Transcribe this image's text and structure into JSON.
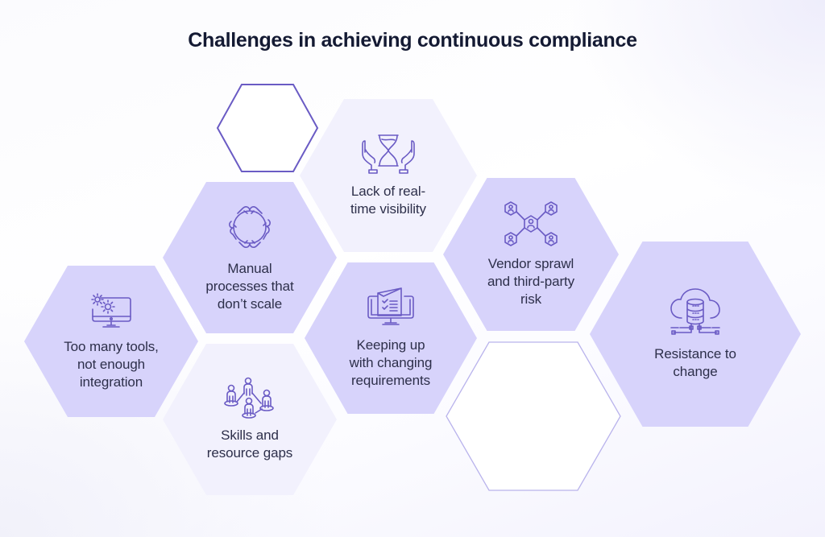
{
  "title": "Challenges in achieving continuous compliance",
  "colors": {
    "title_text": "#141a33",
    "label_text": "#2d2f4a",
    "hex_fill_primary": "#d7d3fb",
    "hex_fill_light": "#f2f1fd",
    "hex_outline_dark": "#6a5bc4",
    "hex_outline_light": "#b9b3ec",
    "icon_stroke": "#6a5bc4"
  },
  "challenges": [
    {
      "id": "lack-of-visibility",
      "label": "Lack of real-\ntime visibility",
      "icon": "hands-hourglass-icon"
    },
    {
      "id": "manual-processes",
      "label": "Manual\nprocesses that\ndon’t scale",
      "icon": "hands-circle-icon"
    },
    {
      "id": "vendor-sprawl",
      "label": "Vendor sprawl\nand third-party\nrisk",
      "icon": "vendor-network-icon"
    },
    {
      "id": "too-many-tools",
      "label": "Too many tools,\nnot enough\nintegration",
      "icon": "monitor-gears-icon"
    },
    {
      "id": "changing-requirements",
      "label": "Keeping up\nwith changing\nrequirements",
      "icon": "monitor-checklist-icon"
    },
    {
      "id": "resistance-to-change",
      "label": "Resistance to\nchange",
      "icon": "cloud-database-icon"
    },
    {
      "id": "skills-gaps",
      "label": "Skills and\nresource gaps",
      "icon": "people-network-icon"
    }
  ],
  "empty_hexagons": [
    {
      "id": "outline-top",
      "style": "dark-outline"
    },
    {
      "id": "outline-bottom",
      "style": "light-outline"
    }
  ]
}
